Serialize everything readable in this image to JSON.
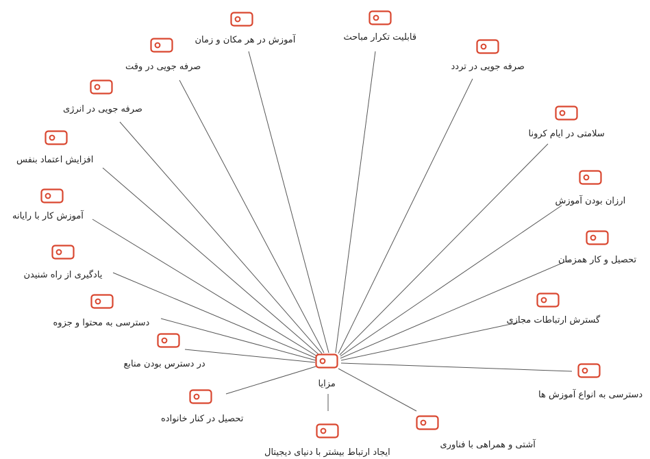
{
  "diagram": {
    "accent_color": "#d9462f",
    "line_color": "#555555",
    "icon": "code-icon",
    "center": {
      "label": "مزایا"
    },
    "nodes": [
      {
        "id": "n1",
        "label": "قابلیت تکرار مباحث"
      },
      {
        "id": "n2",
        "label": "آموزش در هر مکان و زمان"
      },
      {
        "id": "n3",
        "label": "صرفه جویی در ترد‌د"
      },
      {
        "id": "n4",
        "label": "صرفه جویی در وقت"
      },
      {
        "id": "n5",
        "label": "صرفه جویی در انرژی"
      },
      {
        "id": "n6",
        "label": "سلامتی در ایام کرونا"
      },
      {
        "id": "n7",
        "label": "افزایش اعتماد بنفس"
      },
      {
        "id": "n8",
        "label": "ارزان بودن آموزش"
      },
      {
        "id": "n9",
        "label": "آموزش کار با رایانه"
      },
      {
        "id": "n10",
        "label": "تحصیل و کار همزمان"
      },
      {
        "id": "n11",
        "label": "یادگیری از راه شنیدن"
      },
      {
        "id": "n12",
        "label": "گسترش ارتباطات مجازی"
      },
      {
        "id": "n13",
        "label": "دسترسی به محتوا و جزوه"
      },
      {
        "id": "n14",
        "label": "در دسترس بودن منابع"
      },
      {
        "id": "n15",
        "label": "دسترسی به انواع آموزش ها"
      },
      {
        "id": "n16",
        "label": "تحصیل در کنار خانواده"
      },
      {
        "id": "n17",
        "label": "آشتی و همراهی با فناوری"
      },
      {
        "id": "n18",
        "label": "ایجاد ارتباط بیشتر با دنیای دیجیتال"
      }
    ]
  }
}
